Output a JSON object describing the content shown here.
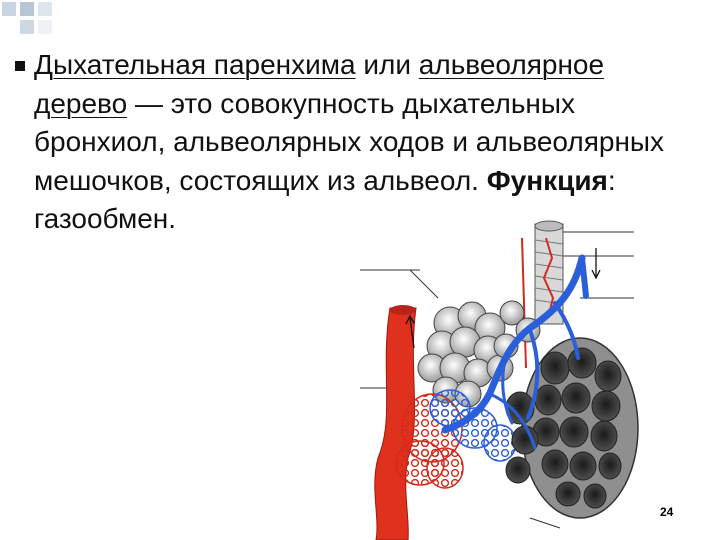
{
  "slide": {
    "text": {
      "term1": "Дыхательная паренхима",
      "connector": " или ",
      "term2": "альвеолярное дерево",
      "definition": " — это совокупность дыхательных бронхиол, альвеолярных ходов и альвеолярных мешочков, состоящих из альвеол. ",
      "function_label": "Функция",
      "function_text": ": газообмен."
    },
    "page_number": "24"
  },
  "colors": {
    "artery": "#e0301e",
    "vein": "#2b5fd9",
    "decor": "#b7c6d4"
  }
}
